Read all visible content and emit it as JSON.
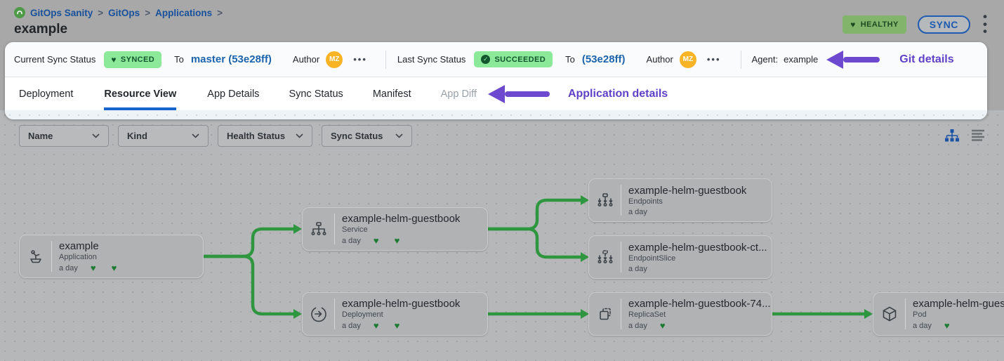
{
  "breadcrumb": {
    "separator": ">",
    "items": [
      "GitOps Sanity",
      "GitOps",
      "Applications"
    ]
  },
  "page": {
    "title": "example"
  },
  "header": {
    "health_badge": "HEALTHY",
    "sync_button": "SYNC"
  },
  "status_bar": {
    "current": {
      "label": "Current Sync Status",
      "badge": "SYNCED",
      "to_label": "To",
      "revision": "master (53e28ff)",
      "author_label": "Author",
      "author_initials": "MZ"
    },
    "last": {
      "label": "Last Sync Status",
      "badge": "SUCCEEDED",
      "to_label": "To",
      "revision": "(53e28ff)",
      "author_label": "Author",
      "author_initials": "MZ"
    },
    "agent": {
      "label": "Agent:",
      "value": "example"
    },
    "annotation": "Git details"
  },
  "tabs": {
    "items": [
      {
        "label": "Deployment"
      },
      {
        "label": "Resource View"
      },
      {
        "label": "App Details"
      },
      {
        "label": "Sync Status"
      },
      {
        "label": "Manifest"
      },
      {
        "label": "App Diff"
      }
    ],
    "active": "Resource View",
    "annotation": "Application details"
  },
  "filters": [
    {
      "label": "Name"
    },
    {
      "label": "Kind"
    },
    {
      "label": "Health Status"
    },
    {
      "label": "Sync Status"
    }
  ],
  "graph": {
    "nodes": [
      {
        "name": "example",
        "kind": "Application",
        "age": "a day",
        "hearts": 2,
        "icon": "application-icon"
      },
      {
        "name": "example-helm-guestbook",
        "kind": "Service",
        "age": "a day",
        "hearts": 2,
        "icon": "service-icon"
      },
      {
        "name": "example-helm-guestbook",
        "kind": "Deployment",
        "age": "a day",
        "hearts": 2,
        "icon": "deployment-icon"
      },
      {
        "name": "example-helm-guestbook",
        "kind": "Endpoints",
        "age": "a day",
        "hearts": 0,
        "icon": "endpoints-icon"
      },
      {
        "name": "example-helm-guestbook-ct...",
        "kind": "EndpointSlice",
        "age": "a day",
        "hearts": 0,
        "icon": "endpointslice-icon"
      },
      {
        "name": "example-helm-guestbook-74...",
        "kind": "ReplicaSet",
        "age": "a day",
        "hearts": 1,
        "icon": "replicaset-icon"
      },
      {
        "name": "example-helm-guest",
        "kind": "Pod",
        "age": "a day",
        "hearts": 1,
        "icon": "pod-icon"
      }
    ]
  },
  "colors": {
    "edge_green": "#2f9640",
    "annotation_purple": "#6d49cf",
    "active_tab_blue": "#1765cc",
    "synced_badge_bg": "#8ce99a",
    "badge_text_green": "#13562e",
    "healthy_badge_bg": "#82b56b",
    "avatar_orange": "#f8b425",
    "link_blue": "#1c64ad"
  }
}
